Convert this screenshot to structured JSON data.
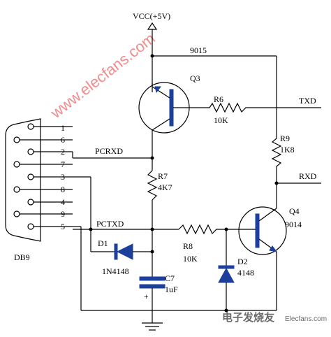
{
  "labels": {
    "vcc": "VCC(+5V)",
    "q3_part": "9015",
    "q3": "Q3",
    "r6": "R6",
    "r6_val": "10K",
    "txd": "TXD",
    "r9": "R9",
    "r9_val": "1K8",
    "rxd": "RXD",
    "pcrxd": "PCRXD",
    "r7": "R7",
    "r7_val": "4K7",
    "pctxd": "PCTXD",
    "d1": "D1",
    "d1_val": "1N4148",
    "r8": "R8",
    "r8_val": "10K",
    "d2": "D2",
    "d2_val": "4148",
    "c7": "C7",
    "c7_val": "1uF",
    "c7_plus": "+",
    "q4": "Q4",
    "q4_part": "9014",
    "db9": "DB9"
  },
  "pins": [
    "1",
    "6",
    "2",
    "7",
    "3",
    "8",
    "4",
    "9",
    "5"
  ],
  "watermark": {
    "url": "www.elecfans.com",
    "bottom_cn": "电子发烧友",
    "bottom_en": "Elecfans.com"
  },
  "colors": {
    "wire": "#000000",
    "component_fill": "#1b3f9a",
    "watermark": "#f08c8c"
  }
}
